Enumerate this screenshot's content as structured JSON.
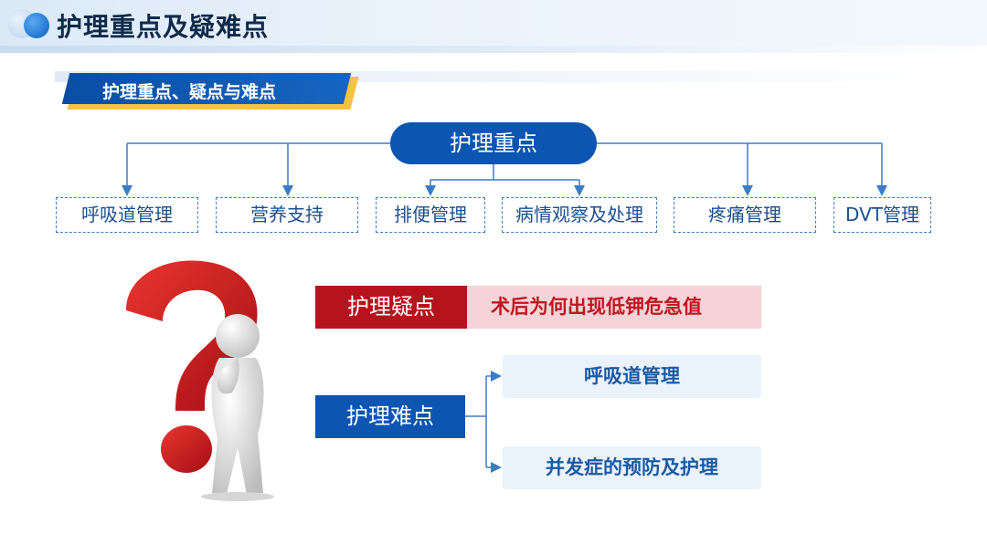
{
  "page": {
    "title": "护理重点及疑难点"
  },
  "section": {
    "banner_label": "护理重点、疑点与难点"
  },
  "tree": {
    "root_label": "护理重点",
    "children": [
      "呼吸道管理",
      "营养支持",
      "排便管理",
      "病情观察及处理",
      "疼痛管理",
      "DVT管理"
    ]
  },
  "doubt": {
    "tag_label": "护理疑点",
    "value": "术后为何出现低钾危急值"
  },
  "difficulty": {
    "tag_label": "护理难点",
    "items": [
      "呼吸道管理",
      "并发症的预防及护理"
    ]
  },
  "colors": {
    "primary_blue": "#0c55b1",
    "accent_red": "#b5131e",
    "accent_yellow": "#f5c242"
  },
  "illustration": {
    "icon": "thinking-person-question-mark-icon"
  }
}
